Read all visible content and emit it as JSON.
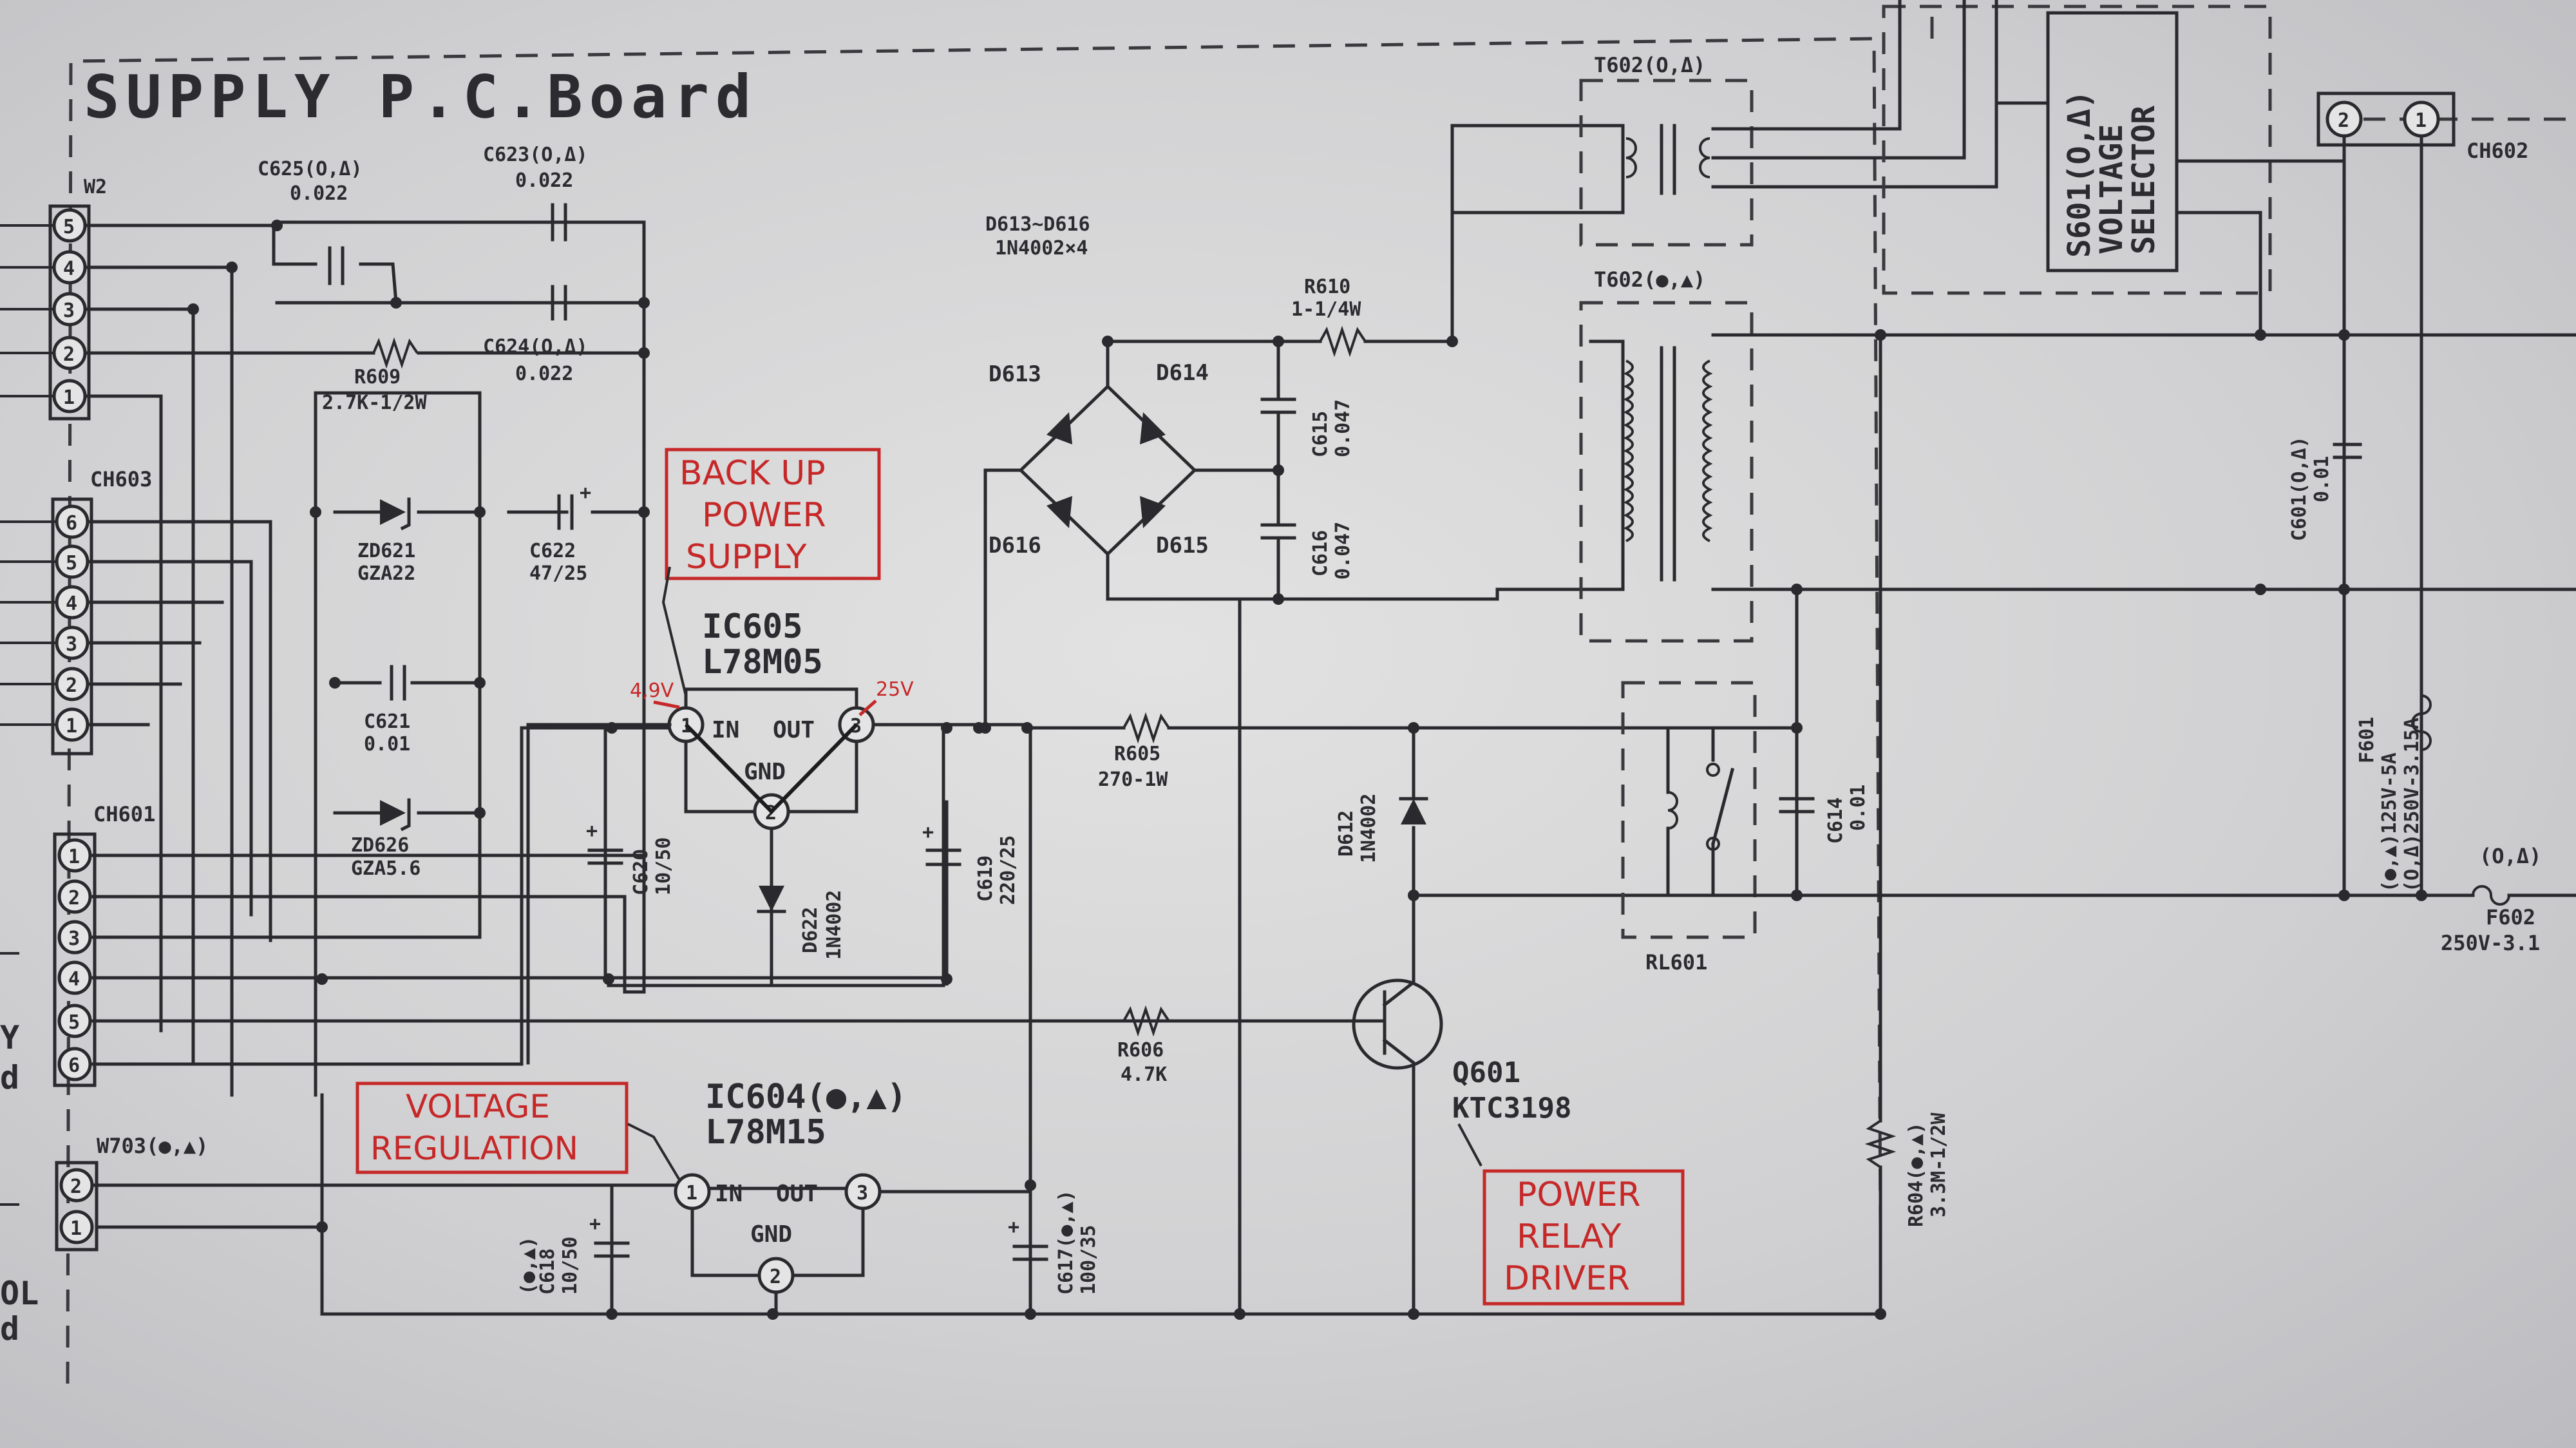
{
  "board_title": "SUPPLY P.C.Board",
  "annotations": {
    "backup": [
      "BACK UP",
      "POWER",
      "SUPPLY"
    ],
    "voltage_regulation": [
      "VOLTAGE",
      "REGULATION"
    ],
    "power_relay": [
      "POWER",
      "RELAY",
      "DRIVER"
    ],
    "v_in": "4,9V",
    "v_out": "25V"
  },
  "connectors": {
    "w2": "W2",
    "w2_pins": [
      "5",
      "4",
      "3",
      "2",
      "1"
    ],
    "ch603": "CH603",
    "ch603_pins": [
      "6",
      "5",
      "4",
      "3",
      "2",
      "1"
    ],
    "ch601": "CH601",
    "ch601_pins": [
      "1",
      "2",
      "3",
      "4",
      "5",
      "6"
    ],
    "w703": "W703(●,▲)",
    "w703_pins": [
      "2",
      "1"
    ],
    "ch602": "CH602",
    "ch602_pins": [
      "2",
      "1"
    ]
  },
  "components": {
    "c625": [
      "C625(O,Δ)",
      "0.022"
    ],
    "c623": [
      "C623(O,Δ)",
      "0.022"
    ],
    "c624": [
      "C624(O,Δ)",
      "0.022"
    ],
    "r609": [
      "R609",
      "2.7K-1/2W"
    ],
    "zd621": [
      "ZD621",
      "GZA22"
    ],
    "c622": [
      "C622",
      "47/25"
    ],
    "c621": [
      "C621",
      "0.01"
    ],
    "zd626": [
      "ZD626",
      "GZA5.6"
    ],
    "ic605": [
      "IC605",
      "L78M05"
    ],
    "ic604": [
      "IC604(●,▲)",
      "L78M15"
    ],
    "ic_pins": [
      "IN",
      "OUT",
      "GND"
    ],
    "pin_numbers": [
      "1",
      "2",
      "3"
    ],
    "c620": [
      "C620",
      "10/50"
    ],
    "d622": [
      "D622",
      "1N4002"
    ],
    "c619": [
      "C619",
      "220/25"
    ],
    "d613_616": [
      "D613~D616",
      "1N4002×4"
    ],
    "d613": "D613",
    "d614": "D614",
    "d615": "D615",
    "d616": "D616",
    "c615": [
      "C615",
      "0.047"
    ],
    "c616": [
      "C616",
      "0.047"
    ],
    "r610": [
      "R610",
      "1-1/4W"
    ],
    "r605": [
      "R605",
      "270-1W"
    ],
    "r606": [
      "R606",
      "4.7K"
    ],
    "d612": [
      "D612",
      "1N4002"
    ],
    "q601": [
      "Q601",
      "KTC3198"
    ],
    "c618": [
      "(●,▲)",
      "C618",
      "10/50"
    ],
    "c617": [
      "C617(●,▲)",
      "100/35"
    ],
    "t602a": "T602(O,Δ)",
    "t602b": "T602(●,▲)",
    "s601": [
      "S601(O,Δ)",
      "VOLTAGE",
      "SELECTOR"
    ],
    "c614": [
      "C614",
      "0.01"
    ],
    "rl601": "RL601",
    "r604": [
      "R604(●,▲)",
      "3.3M-1/2W"
    ],
    "c601": [
      "C601(O,Δ)",
      "0.01"
    ],
    "f601": [
      "F601",
      "(●,▲)125V-5A",
      "(O,Δ)250V-3.15A"
    ],
    "f602": [
      "(O,Δ)",
      "F602",
      "250V-3.1"
    ]
  },
  "edge_text": [
    "Y",
    "d",
    "OL",
    "d"
  ]
}
